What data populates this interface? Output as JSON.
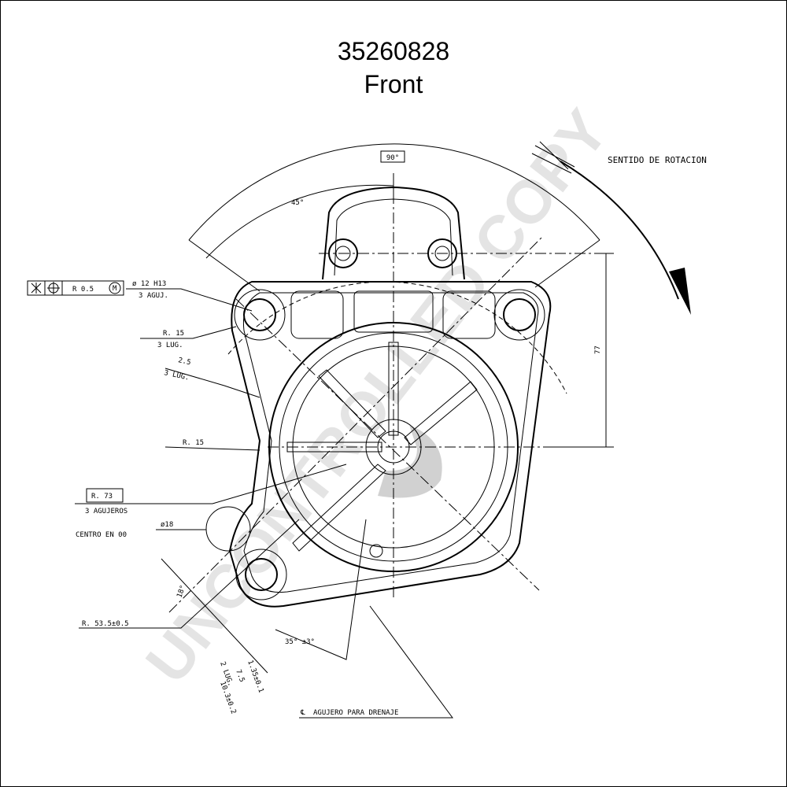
{
  "title": "35260828",
  "subtitle": "Front",
  "watermark": "UNCONTROLLED COPY",
  "rotation_label": "SENTIDO DE ROTACION",
  "dimensions": {
    "angle_90": "90°",
    "angle_45": "45°",
    "dim_77": "77",
    "tol_r05": "R 0.5",
    "tol_m": "M",
    "hole_dia": "ø 12 H13",
    "hole_count": "3 AGUJ.",
    "r15_lug": "R. 15",
    "lug3": "3 LUG.",
    "d25": "2.5",
    "lug3b": "3 LUG.",
    "r15": "R. 15",
    "r73": "R. 73",
    "agujeros3": "3 AGUJEROS",
    "d18": "ø18",
    "centro": "CENTRO EN 00",
    "a18": "18°",
    "r535": "R. 53.5±0.5",
    "a35": "35° ±3°",
    "d135": "1.35±0.1",
    "d75": "7.5",
    "lug2": "2 LUG.",
    "d103": "10.3±0.2",
    "drain": "AGUJERO PARA DRENAJE",
    "cl": "℄"
  }
}
